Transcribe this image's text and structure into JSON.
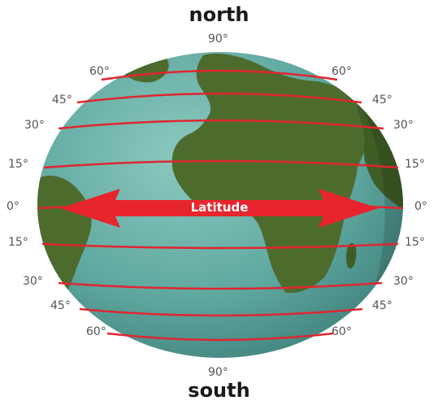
{
  "north_label": "north",
  "south_label": "south",
  "pole_degree": "90°",
  "arrow_label": "Latitude",
  "latitudes_north": [
    "60°",
    "45°",
    "30°",
    "15°"
  ],
  "equator": "0°",
  "latitudes_south": [
    "15°",
    "30°",
    "45°",
    "60°"
  ],
  "colors": {
    "ocean": "#5fa8a0",
    "land": "#4e6b2e",
    "lines": "#e0262f",
    "arrow": "#e8252d",
    "text": "#555555"
  }
}
